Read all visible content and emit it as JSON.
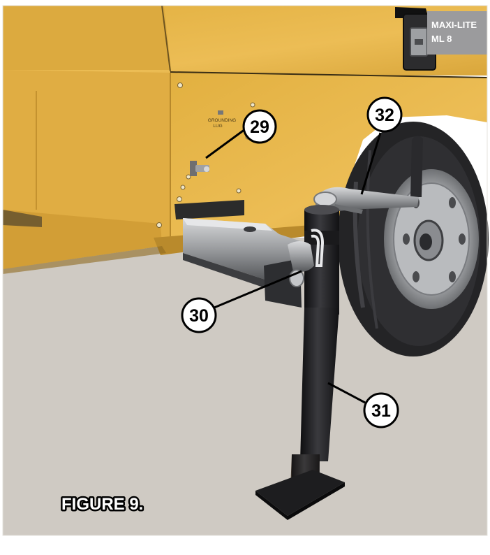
{
  "figure": {
    "caption": "FIGURE 9.",
    "nameplate": {
      "line1": "MAXI-LITE",
      "line2": "ML 8"
    },
    "decal": {
      "line1": "GROUNDING",
      "line2": "LUG"
    },
    "callouts": [
      {
        "id": "29",
        "label": "29"
      },
      {
        "id": "30",
        "label": "30"
      },
      {
        "id": "31",
        "label": "31"
      },
      {
        "id": "32",
        "label": "32"
      }
    ]
  },
  "colors": {
    "body_yellow": "#e8b74a",
    "floor_gray": "#cfcac3",
    "nameplate_bg": "#9b9b9d",
    "jack_black": "#1c1c1e",
    "tire_black": "#242426",
    "steel": "#a9abae"
  }
}
